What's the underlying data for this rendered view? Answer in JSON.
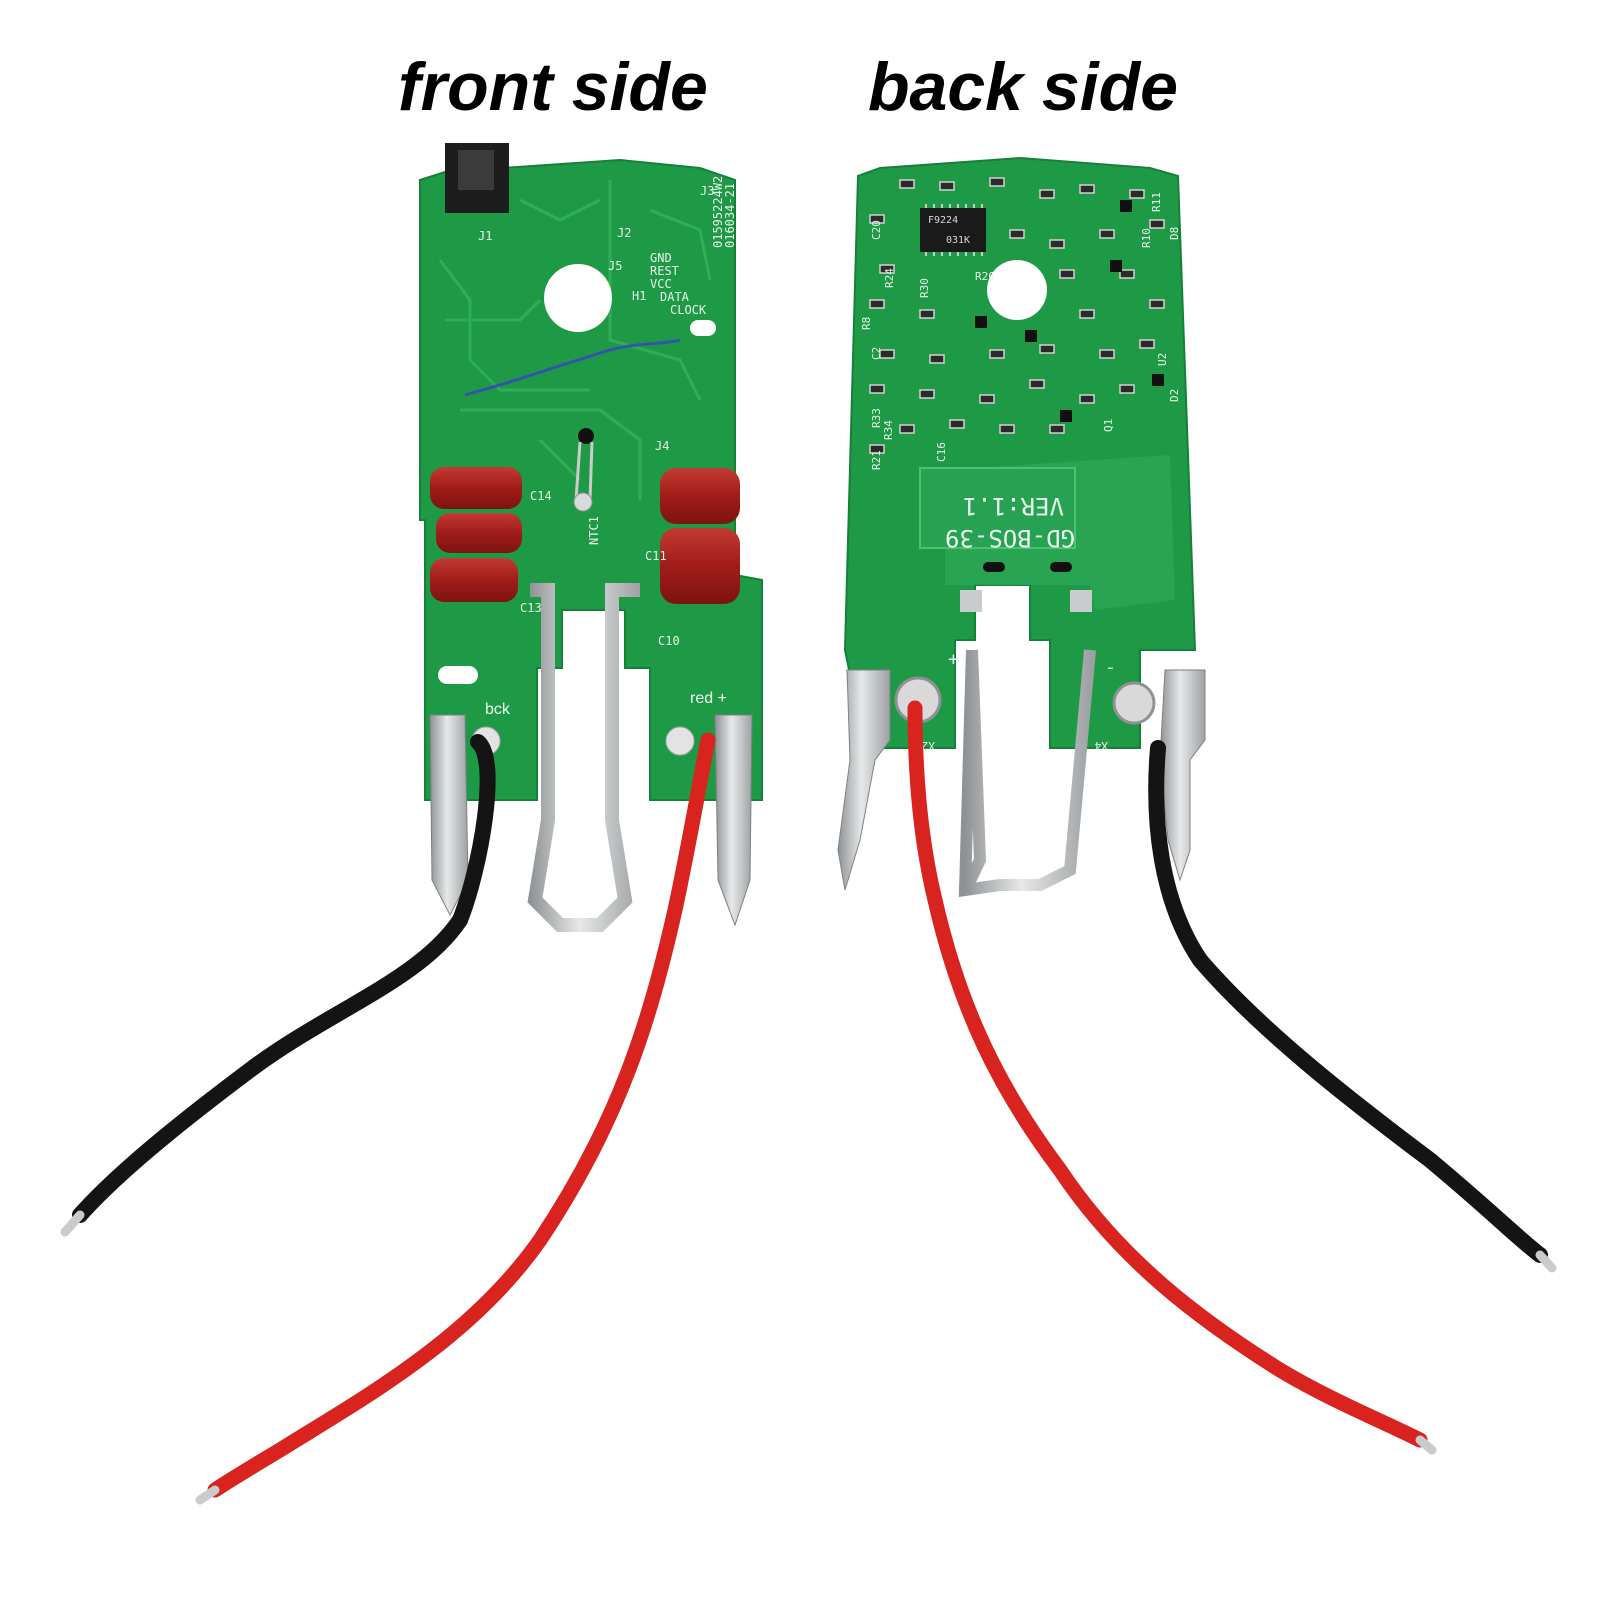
{
  "headings": {
    "front": "front side",
    "back": "back side"
  },
  "front_board": {
    "labels": {
      "j1": "J1",
      "j2": "J2",
      "j3": "J3",
      "j4": "J4",
      "j5": "J5",
      "part_no_1": "01595224W2",
      "part_no_2": "016034-21",
      "pin_gnd": "GND",
      "pin_rest": "REST",
      "pin_vcc": "VCC",
      "pin_data": "DATA",
      "pin_clock": "CLOCK",
      "h1": "H1",
      "ntc": "NTC1",
      "c14": "C14",
      "c13": "C13",
      "c10": "C10",
      "c11": "C11",
      "black_terminal": "bck",
      "red_terminal": "red +"
    }
  },
  "back_board": {
    "labels": {
      "model": "GD-BOS-39",
      "version": "VER:1.1",
      "chip": "F9224",
      "chip_code": "031K",
      "plus": "+",
      "minus": "-",
      "x2": "X2",
      "x4": "X4",
      "r8": "R8",
      "r21": "R21",
      "r24": "R24",
      "r26": "R26",
      "r30": "R30",
      "r33": "R33",
      "r34": "R34",
      "c2": "C2",
      "c16": "C16",
      "c20": "C20",
      "q1": "Q1",
      "u2": "U2",
      "d2": "D2",
      "d8": "D8",
      "r10": "R10",
      "r11": "R11"
    }
  },
  "colors": {
    "pcb": "#1e9a46",
    "pcb_trace": "#2fae57",
    "capacitor": "#a8201d",
    "wire_red": "#d8231f",
    "wire_black": "#141414",
    "metal": "#c9cbcc"
  }
}
